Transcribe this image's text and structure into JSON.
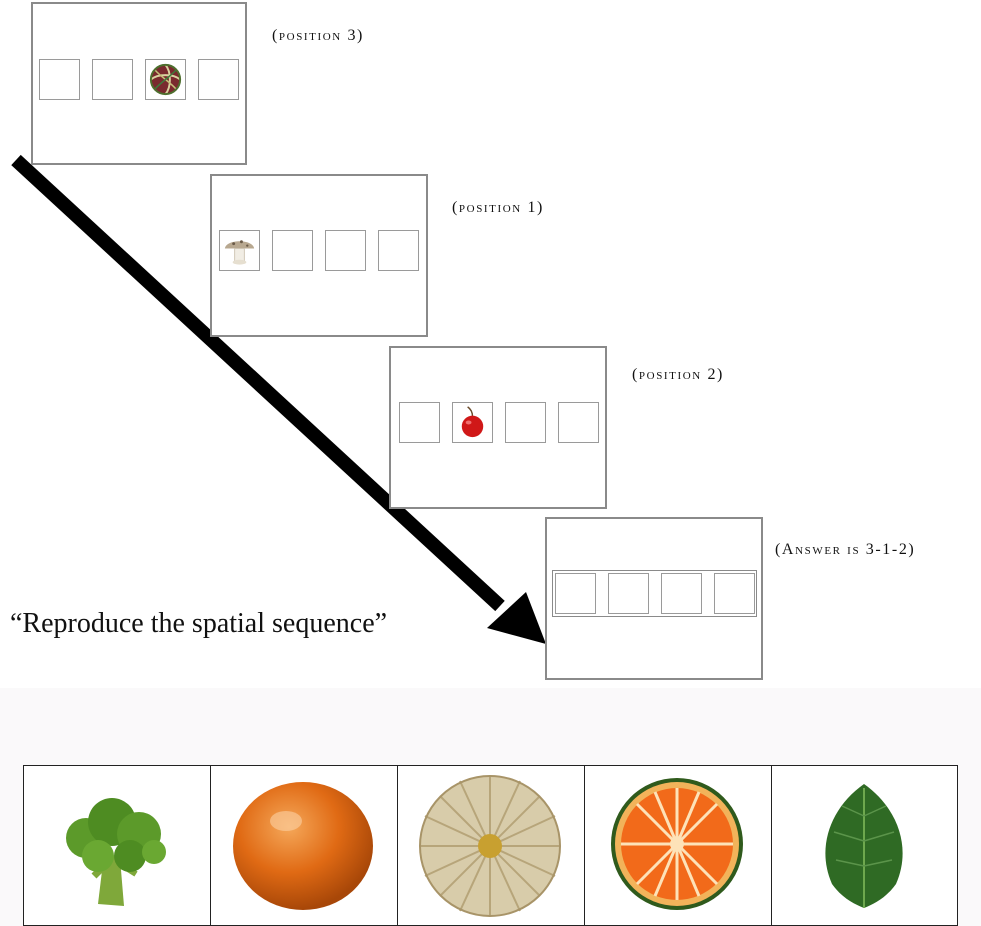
{
  "panels": [
    {
      "caption": "(position 3)",
      "filled_slot": 3,
      "item_icon": "radicchio-icon"
    },
    {
      "caption": "(position 1)",
      "filled_slot": 1,
      "item_icon": "mushroom-icon"
    },
    {
      "caption": "(position 2)",
      "filled_slot": 2,
      "item_icon": "cherry-icon"
    },
    {
      "caption": "(Answer is 3-1-2)",
      "filled_slot": null,
      "item_icon": null
    }
  ],
  "instruction": "“Reproduce the spatial sequence”",
  "stimulus_strip": {
    "items": [
      "broccoli-icon",
      "orange-icon",
      "pumpkin-icon",
      "sliced-orange-icon",
      "shiso-leaf-icon"
    ]
  },
  "colors": {
    "panel_border": "#8a8a8a",
    "arrow": "#000000",
    "strip_border": "#222222"
  }
}
